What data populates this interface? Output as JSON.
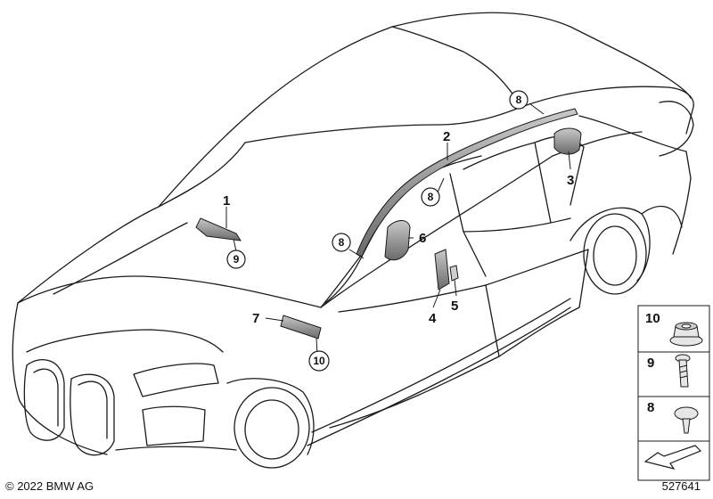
{
  "callouts": {
    "c1": "1",
    "c2": "2",
    "c3": "3",
    "c4": "4",
    "c5": "5",
    "c6": "6",
    "c7": "7",
    "c8a": "8",
    "c8b": "8",
    "c8c": "8",
    "c9": "9",
    "c10": "10"
  },
  "legend": {
    "hw10": "10",
    "hw9": "9",
    "hw8": "8"
  },
  "footer": {
    "copyright": "© 2022 BMW AG",
    "diagram_id": "527641"
  },
  "colors": {
    "line": "#1a1a1a",
    "part_fill": "#9a9a9a",
    "legend_fill": "#e6e6e6"
  }
}
